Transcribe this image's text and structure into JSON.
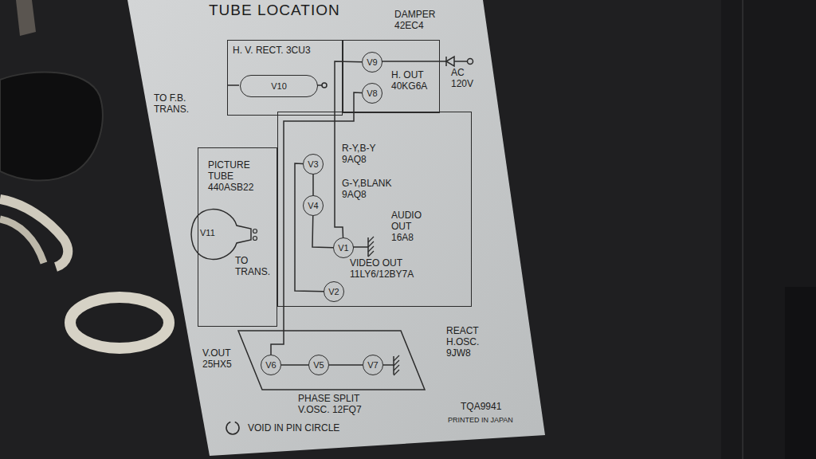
{
  "diagram": {
    "title": "TUBE LOCATION",
    "nodes": [
      {
        "text": [
          "H. V. RECT. 3CU3"
        ]
      },
      {
        "text": [
          "V10"
        ],
        "in": 0
      },
      {
        "text": [
          "DAMPER 42EC4",
          "H. OUT 40KG6A"
        ]
      },
      {
        "text": [
          "V9"
        ],
        "in": 2
      },
      {
        "text": [
          "V8"
        ],
        "in": 2
      },
      {
        "text": [
          "PICTURE TUBE 440ASB22",
          "TO TRANS."
        ]
      },
      {
        "text": [
          "V11"
        ],
        "in": 5
      },
      {
        "text": [
          "R-Y,B-Y 9AQ8",
          "G-Y,BLANK 9AQ8",
          "AUDIO OUT 16A8",
          "VIDEO OUT 11LY6/12BY7A"
        ]
      },
      {
        "text": [
          "V3"
        ],
        "in": 7
      },
      {
        "text": [
          "V4"
        ],
        "in": 7
      },
      {
        "text": [
          "V1"
        ],
        "in": 7
      },
      {
        "text": [
          "V2"
        ],
        "in": 7
      },
      {
        "text": [
          "V.OUT 25HX5",
          "REACT H.OSC. 9JW8",
          "PHASE SPLIT V.OSC. 12FQ7"
        ]
      },
      {
        "text": [
          "V6"
        ],
        "in": 12
      },
      {
        "text": [
          "V5"
        ],
        "in": 12
      },
      {
        "text": [
          "V7"
        ],
        "in": 12
      }
    ],
    "edges": [
      {
        "from": 3,
        "to": 10,
        "arrow": "none"
      },
      {
        "from": 4,
        "to": 13,
        "arrow": "none"
      },
      {
        "from": 8,
        "to": 9,
        "arrow": "none"
      },
      {
        "from": 9,
        "to": 10,
        "arrow": "none"
      },
      {
        "from": 8,
        "to": 11,
        "arrow": "none"
      },
      {
        "from": 13,
        "to": 14,
        "arrow": "none"
      },
      {
        "from": 14,
        "to": 15,
        "arrow": "none"
      }
    ],
    "labels": [
      "TO F.B. TRANS.",
      "AC 120V",
      "VOID IN PIN CIRCLE",
      "TQA9941",
      "PRINTED IN JAPAN"
    ]
  }
}
